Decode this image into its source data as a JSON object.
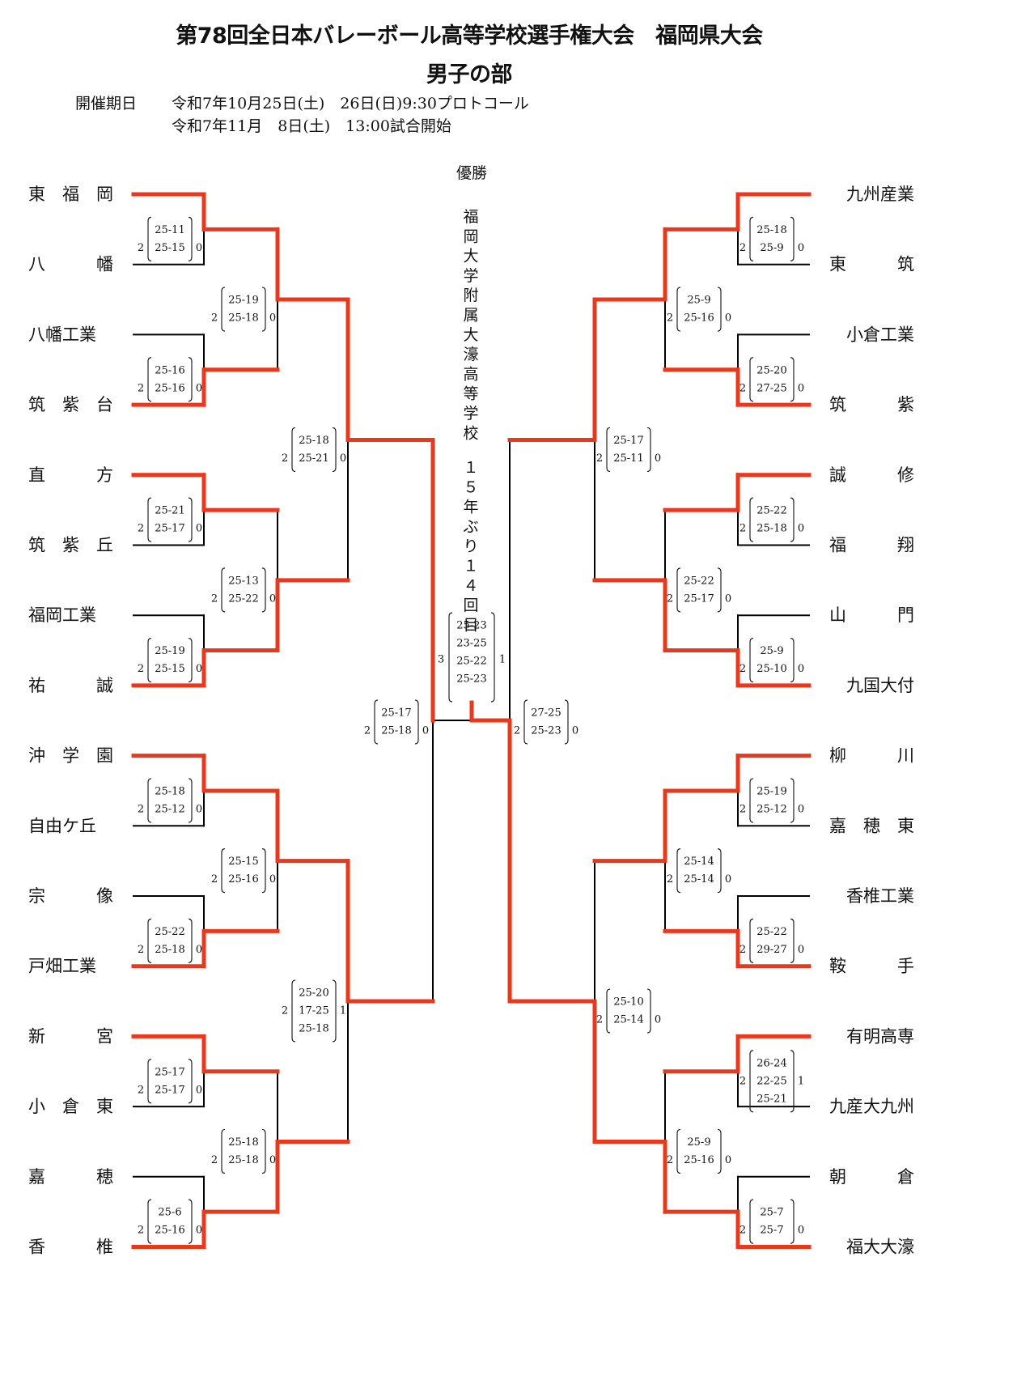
{
  "header": {
    "title": "第78回全日本バレーボール高等学校選手権大会　福岡県大会",
    "subtitle": "男子の部",
    "schedule_label": "開催期日",
    "schedule_lines": [
      "令和7年10月25日(土)　26日(日)9:30プロトコール",
      "令和7年11月　8日(土)　13:00試合開始"
    ]
  },
  "champion": {
    "label": "優勝",
    "name": "福岡大学附属大濠高等学校",
    "note": "１５年ぶり１４回目"
  },
  "colors": {
    "winner_line": "#e8391e",
    "loser_line": "#000000"
  },
  "left_teams": [
    "東　福　岡",
    "八　　　幡",
    "八幡工業",
    "筑　紫　台",
    "直　　　方",
    "筑　紫　丘",
    "福岡工業",
    "祐　　　誠",
    "沖　学　園",
    "自由ケ丘",
    "宗　　　像",
    "戸畑工業",
    "新　　　宮",
    "小　倉　東",
    "嘉　　　穂",
    "香　　　椎"
  ],
  "right_teams": [
    "九州産業",
    "東　　　筑",
    "小倉工業",
    "筑　　　紫",
    "誠　　　修",
    "福　　　翔",
    "山　　　門",
    "九国大付",
    "柳　　　川",
    "嘉　穂　東",
    "香椎工業",
    "鞍　　　手",
    "有明高専",
    "九産大九州",
    "朝　　　倉",
    "福大大濠"
  ],
  "left_matches": {
    "r1": [
      {
        "winner": 0,
        "sets": [
          2,
          0
        ],
        "scores": [
          "25-11",
          "25-15"
        ]
      },
      {
        "winner": 1,
        "sets": [
          2,
          0
        ],
        "scores": [
          "25-16",
          "25-16"
        ]
      },
      {
        "winner": 0,
        "sets": [
          2,
          0
        ],
        "scores": [
          "25-21",
          "25-17"
        ]
      },
      {
        "winner": 1,
        "sets": [
          2,
          0
        ],
        "scores": [
          "25-19",
          "25-15"
        ]
      },
      {
        "winner": 0,
        "sets": [
          2,
          0
        ],
        "scores": [
          "25-18",
          "25-12"
        ]
      },
      {
        "winner": 1,
        "sets": [
          2,
          0
        ],
        "scores": [
          "25-22",
          "25-18"
        ]
      },
      {
        "winner": 0,
        "sets": [
          2,
          0
        ],
        "scores": [
          "25-17",
          "25-17"
        ]
      },
      {
        "winner": 1,
        "sets": [
          2,
          0
        ],
        "scores": [
          "25-6",
          "25-16"
        ]
      }
    ],
    "r2": [
      {
        "winner": 0,
        "sets": [
          2,
          0
        ],
        "scores": [
          "25-19",
          "25-18"
        ]
      },
      {
        "winner": 1,
        "sets": [
          2,
          0
        ],
        "scores": [
          "25-13",
          "25-22"
        ]
      },
      {
        "winner": 0,
        "sets": [
          2,
          0
        ],
        "scores": [
          "25-15",
          "25-16"
        ]
      },
      {
        "winner": 1,
        "sets": [
          2,
          0
        ],
        "scores": [
          "25-18",
          "25-18"
        ]
      }
    ],
    "qf": [
      {
        "winner": 0,
        "sets": [
          2,
          0
        ],
        "scores": [
          "25-18",
          "25-21"
        ]
      },
      {
        "winner": 0,
        "sets": [
          2,
          1
        ],
        "scores": [
          "25-20",
          "17-25",
          "25-18"
        ]
      }
    ],
    "sf": {
      "winner": 0,
      "sets": [
        2,
        0
      ],
      "scores": [
        "25-17",
        "25-18"
      ]
    }
  },
  "right_matches": {
    "r1": [
      {
        "winner": 0,
        "sets": [
          2,
          0
        ],
        "scores": [
          "25-18",
          "25-9"
        ]
      },
      {
        "winner": 1,
        "sets": [
          2,
          0
        ],
        "scores": [
          "25-20",
          "27-25"
        ]
      },
      {
        "winner": 0,
        "sets": [
          2,
          0
        ],
        "scores": [
          "25-22",
          "25-18"
        ]
      },
      {
        "winner": 1,
        "sets": [
          2,
          0
        ],
        "scores": [
          "25-9",
          "25-10"
        ]
      },
      {
        "winner": 0,
        "sets": [
          2,
          0
        ],
        "scores": [
          "25-19",
          "25-12"
        ]
      },
      {
        "winner": 1,
        "sets": [
          2,
          0
        ],
        "scores": [
          "25-22",
          "29-27"
        ]
      },
      {
        "winner": 0,
        "sets": [
          2,
          1
        ],
        "scores": [
          "26-24",
          "22-25",
          "25-21"
        ]
      },
      {
        "winner": 1,
        "sets": [
          2,
          0
        ],
        "scores": [
          "25-7",
          "25-7"
        ]
      }
    ],
    "r2": [
      {
        "winner": 0,
        "sets": [
          2,
          0
        ],
        "scores": [
          "25-9",
          "25-16"
        ]
      },
      {
        "winner": 1,
        "sets": [
          2,
          0
        ],
        "scores": [
          "25-22",
          "25-17"
        ]
      },
      {
        "winner": 0,
        "sets": [
          2,
          0
        ],
        "scores": [
          "25-14",
          "25-14"
        ]
      },
      {
        "winner": 1,
        "sets": [
          2,
          0
        ],
        "scores": [
          "25-9",
          "25-16"
        ]
      }
    ],
    "qf": [
      {
        "winner": 0,
        "sets": [
          2,
          0
        ],
        "scores": [
          "25-17",
          "25-11"
        ]
      },
      {
        "winner": 1,
        "sets": [
          2,
          0
        ],
        "scores": [
          "25-10",
          "25-14"
        ]
      }
    ],
    "sf": {
      "winner": 1,
      "sets": [
        2,
        0
      ],
      "scores": [
        "27-25",
        "25-23"
      ]
    }
  },
  "final": {
    "winner": "right",
    "sets": [
      3,
      1
    ],
    "scores": [
      "25-23",
      "23-25",
      "25-22",
      "25-23"
    ]
  }
}
